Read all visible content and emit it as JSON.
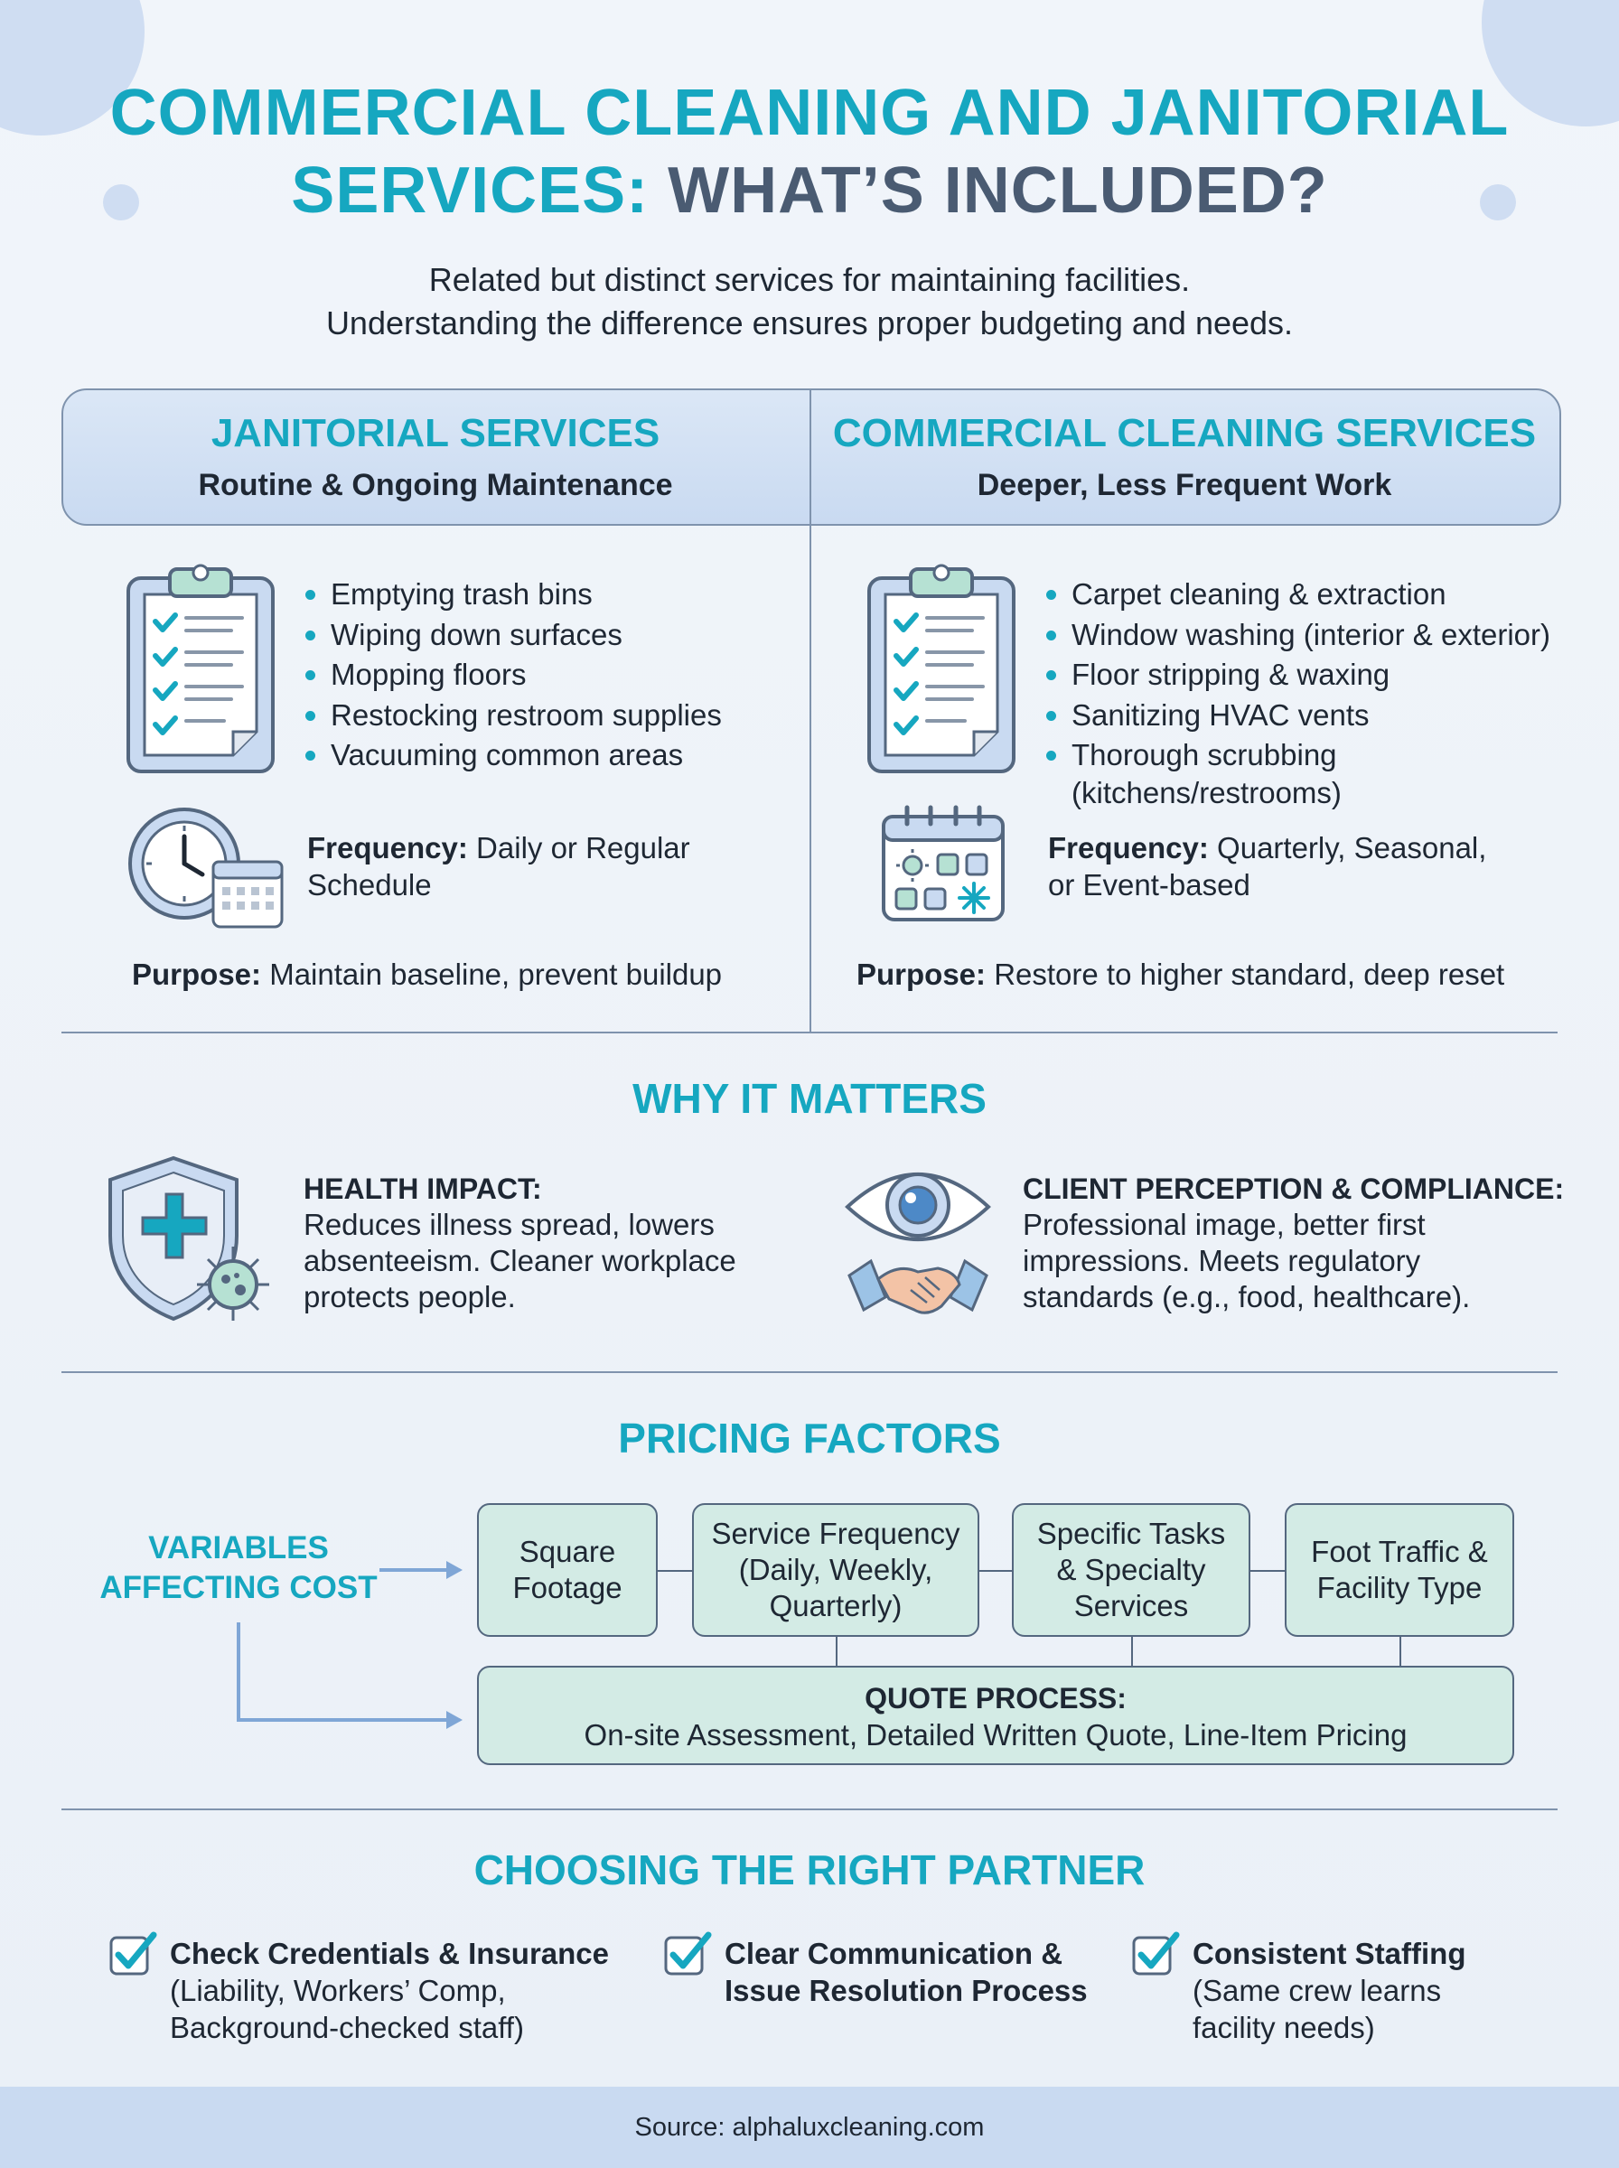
{
  "header": {
    "title_line1": "COMMERCIAL CLEANING AND JANITORIAL",
    "title_line2_accent": "SERVICES:",
    "title_line2_rest": "WHAT’S INCLUDED?",
    "subtitle_line1": "Related but distinct services for maintaining facilities.",
    "subtitle_line2": "Understanding the difference ensures proper budgeting and needs."
  },
  "janitorial": {
    "title": "JANITORIAL SERVICES",
    "subtitle": "Routine & Ongoing Maintenance",
    "items": [
      "Emptying trash bins",
      "Wiping down surfaces",
      "Mopping floors",
      "Restocking restroom supplies",
      "Vacuuming common areas"
    ],
    "frequency_label": "Frequency:",
    "frequency_line1": "Daily or Regular",
    "frequency_line2": "Schedule",
    "purpose_label": "Purpose:",
    "purpose_value": "Maintain baseline, prevent buildup"
  },
  "commercial": {
    "title": "COMMERCIAL CLEANING SERVICES",
    "subtitle": "Deeper, Less Frequent Work",
    "items": [
      "Carpet cleaning & extraction",
      "Window washing (interior & exterior)",
      "Floor stripping & waxing",
      "Sanitizing HVAC vents",
      "Thorough scrubbing"
    ],
    "items_continuation": "(kitchens/restrooms)",
    "frequency_label": "Frequency:",
    "frequency_line1": "Quarterly, Seasonal,",
    "frequency_line2": "or Event-based",
    "purpose_label": "Purpose:",
    "purpose_value": "Restore to higher standard, deep reset"
  },
  "why": {
    "title": "WHY IT MATTERS",
    "health_heading": "HEALTH IMPACT:",
    "health_lines": [
      "Reduces illness spread, lowers",
      "absenteeism. Cleaner workplace",
      "protects people."
    ],
    "client_heading": "CLIENT PERCEPTION & COMPLIANCE:",
    "client_lines": [
      "Professional image, better first",
      "impressions. Meets regulatory",
      "standards (e.g., food, healthcare)."
    ]
  },
  "pricing": {
    "title": "PRICING FACTORS",
    "variables_line1": "VARIABLES",
    "variables_line2": "AFFECTING COST",
    "factors": [
      {
        "lines": [
          "Square",
          "Footage"
        ]
      },
      {
        "lines": [
          "Service Frequency",
          "(Daily, Weekly,",
          "Quarterly)"
        ]
      },
      {
        "lines": [
          "Specific Tasks",
          "& Specialty",
          "Services"
        ]
      },
      {
        "lines": [
          "Foot Traffic &",
          "Facility Type"
        ]
      }
    ],
    "quote_title": "QUOTE PROCESS:",
    "quote_body": "On-site Assessment, Detailed Written Quote, Line-Item Pricing"
  },
  "partner": {
    "title": "CHOOSING THE RIGHT PARTNER",
    "items": [
      {
        "heading_lines": [
          "Check Credentials & Insurance"
        ],
        "text_lines": [
          "(Liability, Workers’ Comp,",
          "Background-checked staff)"
        ]
      },
      {
        "heading_lines": [
          "Clear Communication &",
          "Issue Resolution Process"
        ],
        "text_lines": []
      },
      {
        "heading_lines": [
          "Consistent Staffing"
        ],
        "text_lines": [
          "(Same crew learns",
          "facility needs)"
        ]
      }
    ]
  },
  "footer": {
    "source": "Source: alphaluxcleaning.com"
  },
  "colors": {
    "accent": "#16a7c0",
    "heading_slate": "#4a5b72",
    "box_fill": "#d3ebe5",
    "header_fill": "#c9daf1"
  }
}
